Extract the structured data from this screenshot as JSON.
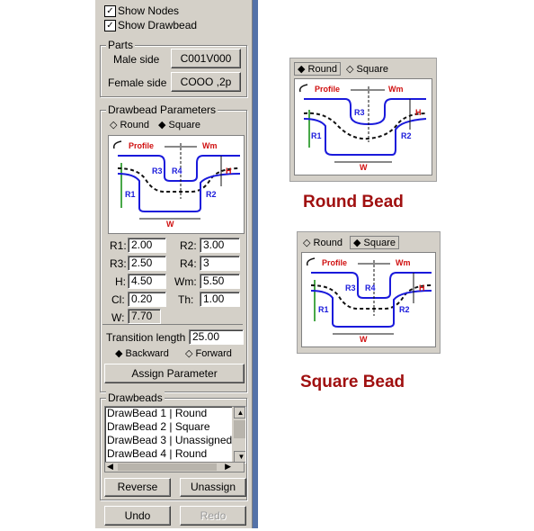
{
  "options": {
    "show_nodes": "Show Nodes",
    "show_drawbead": "Show Drawbead"
  },
  "parts": {
    "title": "Parts",
    "male_label": "Male side",
    "male_value": "C001V000",
    "female_label": "Female side",
    "female_value": "COOO   ,2p"
  },
  "drawbead_params": {
    "title": "Drawbead Parameters",
    "round_label": "Round",
    "square_label": "Square",
    "selected": "Square",
    "fields": [
      {
        "label": "R1:",
        "value": "2.00"
      },
      {
        "label": "R2:",
        "value": "3.00"
      },
      {
        "label": "R3:",
        "value": "2.50"
      },
      {
        "label": "R4:",
        "value": "3"
      },
      {
        "label": "H:",
        "value": "4.50"
      },
      {
        "label": "Wm:",
        "value": "5.50"
      },
      {
        "label": "Cl:",
        "value": "0.20"
      },
      {
        "label": "Th:",
        "value": "1.00"
      },
      {
        "label": "W:",
        "value": "7.70"
      }
    ],
    "transition_label": "Transition length",
    "transition_value": "25.00",
    "backward_label": "Backward",
    "forward_label": "Forward",
    "direction_selected": "Backward",
    "assign_button": "Assign Parameter"
  },
  "diagram_labels": {
    "profile": "Profile",
    "wm": "Wm",
    "r1": "R1",
    "r2": "R2",
    "r3": "R3",
    "r4": "R4",
    "h": "H",
    "w": "W"
  },
  "drawbeads": {
    "title": "Drawbeads",
    "items": [
      "DrawBead 1 | Round",
      "DrawBead 2 | Square",
      "DrawBead 3 | Unassigned",
      "DrawBead 4 | Round"
    ],
    "reverse_button": "Reverse",
    "unassign_button": "Unassign"
  },
  "footer": {
    "undo_button": "Undo",
    "redo_button": "Redo"
  },
  "examples": {
    "round_title": "Round Bead",
    "square_title": "Square Bead"
  },
  "colors": {
    "panel_bg": "#d4d0c8",
    "profile_blue": "#1a1adb",
    "label_red": "#d01010",
    "title_red": "#a01010"
  }
}
